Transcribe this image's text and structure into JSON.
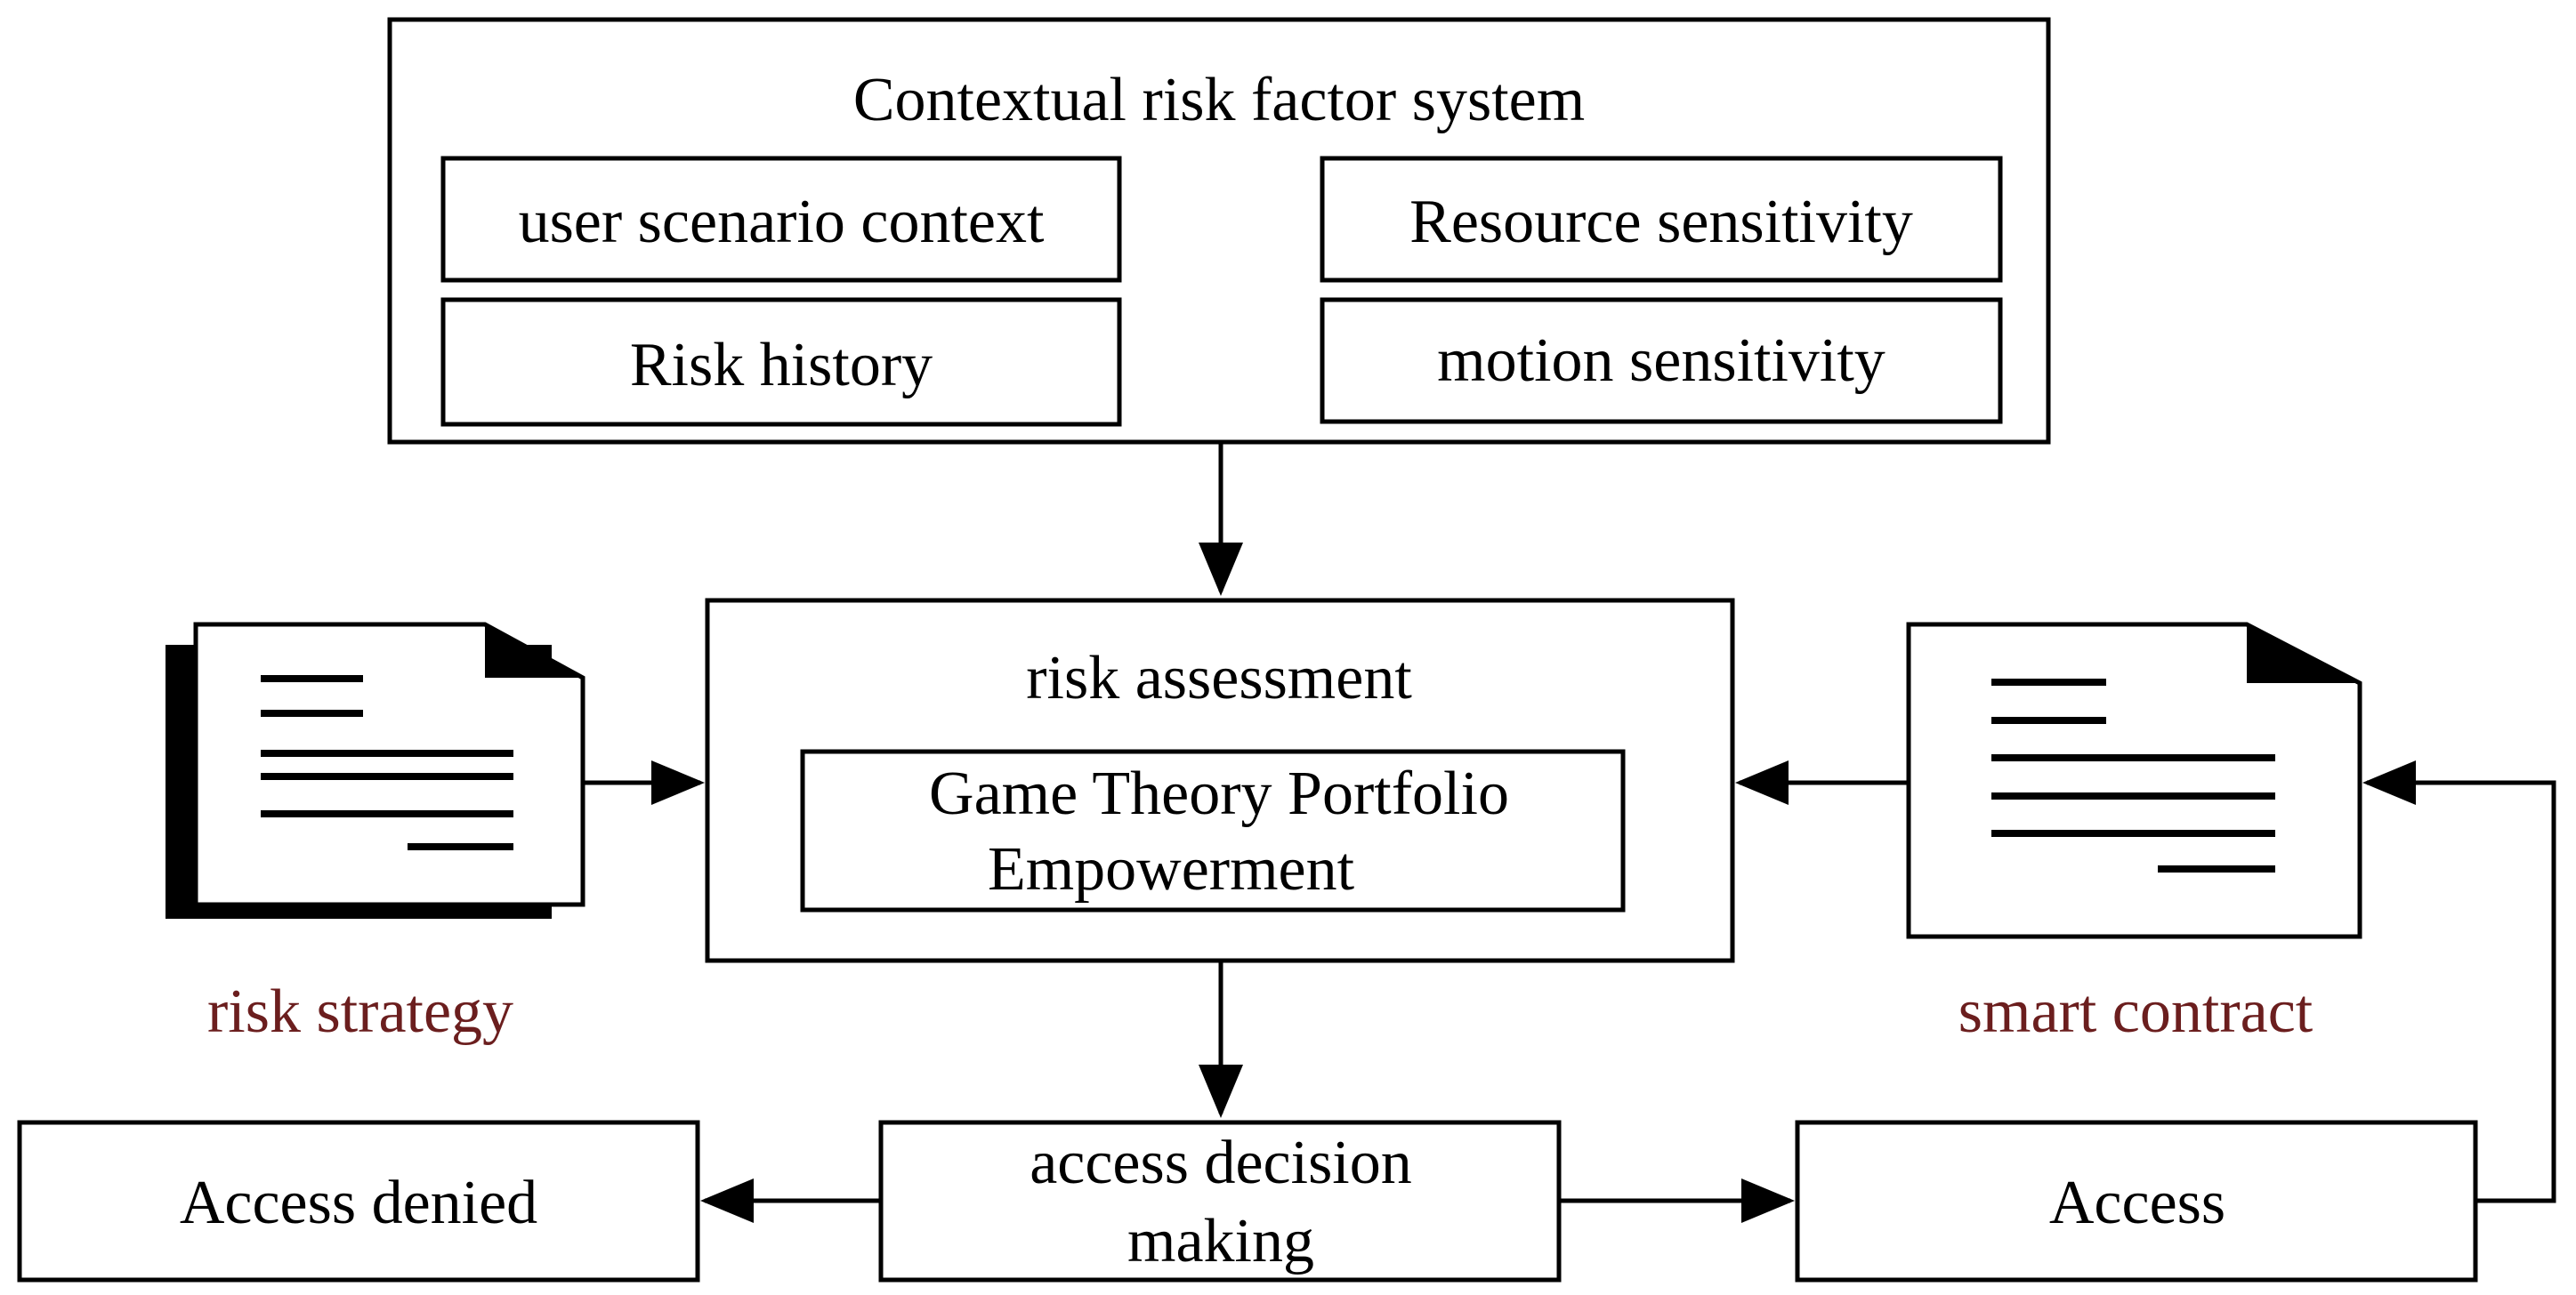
{
  "context_system": {
    "title": "Contextual risk factor system",
    "items": [
      "user scenario context",
      "Resource sensitivity",
      "Risk history",
      "motion sensitivity"
    ]
  },
  "risk_assessment": {
    "title": "risk assessment",
    "inner_line1": "Game Theory Portfolio",
    "inner_line2": "Empowerment"
  },
  "risk_strategy": {
    "label": "risk strategy",
    "color": "#6b1e1e",
    "icon": "document-stack-icon"
  },
  "smart_contract": {
    "label": "smart contract",
    "color": "#6b1e1e",
    "icon": "document-icon"
  },
  "decision": {
    "line1": "access decision",
    "line2": "making"
  },
  "denied": {
    "label": "Access denied"
  },
  "access": {
    "label": "Access"
  }
}
